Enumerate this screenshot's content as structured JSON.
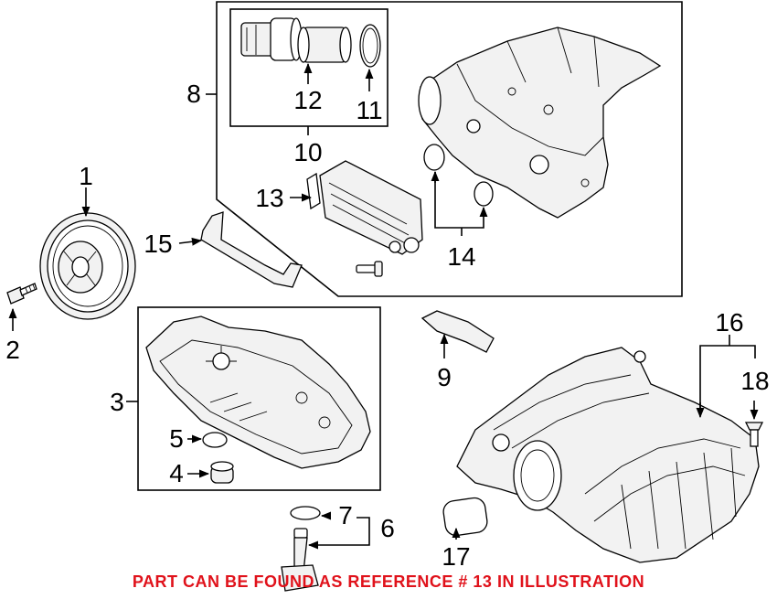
{
  "callouts": {
    "c1": "1",
    "c2": "2",
    "c3": "3",
    "c4": "4",
    "c5": "5",
    "c6": "6",
    "c7": "7",
    "c8": "8",
    "c9": "9",
    "c10": "10",
    "c11": "11",
    "c12": "12",
    "c13": "13",
    "c14": "14",
    "c15": "15",
    "c16": "16",
    "c17": "17",
    "c18": "18"
  },
  "note": {
    "text": "PART CAN BE FOUND AS REFERENCE # 13 IN ILLUSTRATION",
    "color": "#e0121b"
  }
}
